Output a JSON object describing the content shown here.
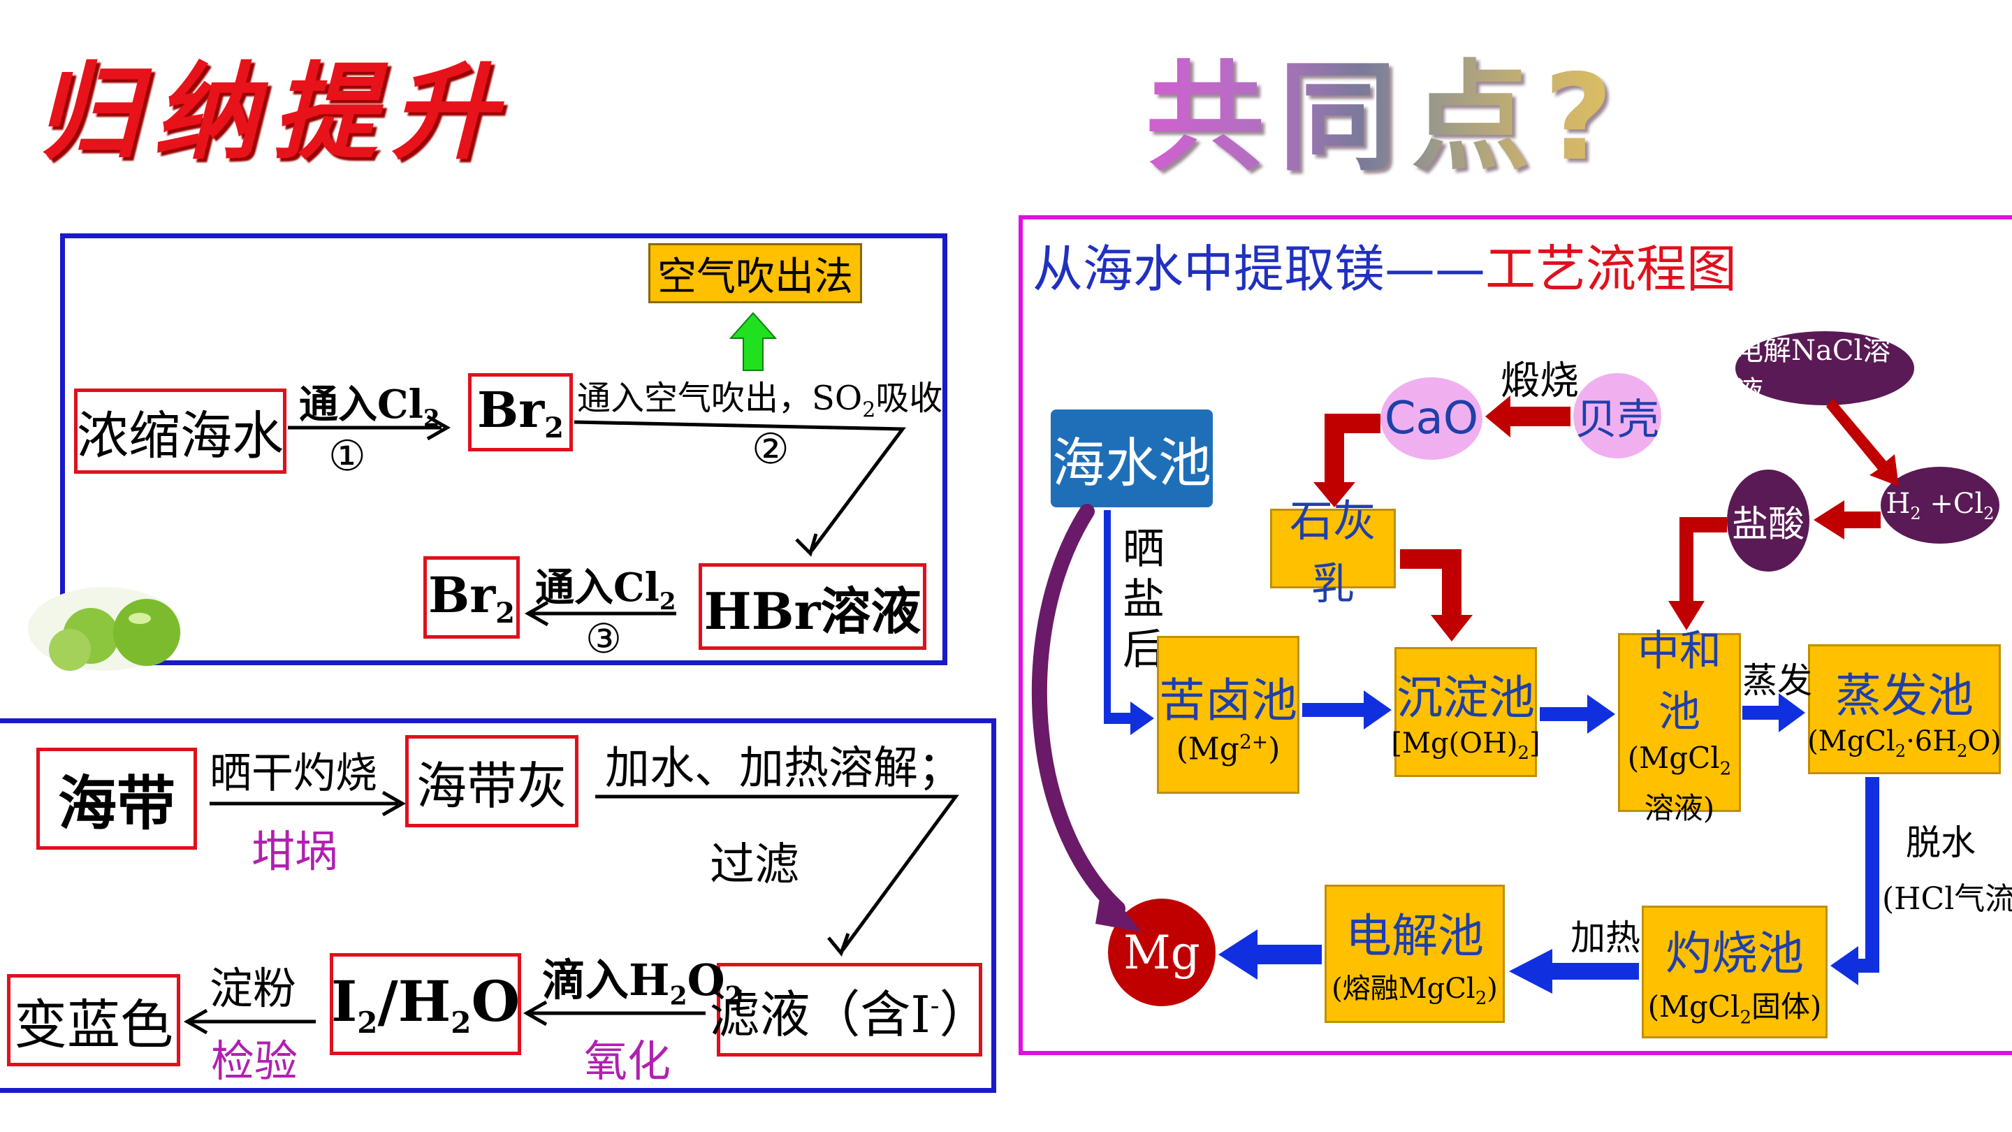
{
  "titles": {
    "main": "归纳提升",
    "question": "共同点?"
  },
  "bromine_panel": {
    "boxes": {
      "concentrated_seawater": "浓缩海水",
      "br2_first": "Br",
      "br2_first_sub": "2",
      "air_blowing": "空气吹出法",
      "hbr_solution": "HBr溶液",
      "br2_second": "Br",
      "br2_second_sub": "2"
    },
    "step1_label": "通入Cl",
    "step1_label_sub": "2",
    "step1_num": "①",
    "step2_label_a": "通入空气吹出，SO",
    "step2_label_sub": "2",
    "step2_label_b": "吸收",
    "step2_num": "②",
    "step3_label": "通入Cl",
    "step3_label_sub": "2",
    "step3_num": "③"
  },
  "iodine_panel": {
    "boxes": {
      "kelp": "海带",
      "kelp_ash": "海带灰",
      "filtrate": "滤液（含I",
      "filtrate_sup": "-",
      "filtrate_end": "）",
      "iodine_water_a": "I",
      "iodine_water_sub1": "2",
      "iodine_water_b": "/H",
      "iodine_water_sub2": "2",
      "iodine_water_c": "O",
      "turns_blue": "变蓝色"
    },
    "step1_label": "晒干灼烧",
    "step1_sub": "坩埚",
    "step2_label": "加水、加热溶解；",
    "step2_sub": "过滤",
    "step3_label_a": "滴入H",
    "step3_label_sub1": "2",
    "step3_label_b": "O",
    "step3_label_sub2": "2",
    "step3_sub": "氧化",
    "step4_label": "淀粉",
    "step4_sub": "检验"
  },
  "magnesium_panel": {
    "title_blue": "从海水中提取镁——",
    "title_red": "工艺流程图",
    "seawater_pool": "海水池",
    "sun_dry_label": [
      "晒",
      "盐",
      "后"
    ],
    "brine_pool": {
      "title": "苦卤池",
      "sub_a": "(Mg",
      "sub_sup": "2+",
      "sub_b": ")"
    },
    "precip_pool": {
      "title": "沉淀池",
      "sub_a": "[Mg(OH)",
      "sub_sub": "2",
      "sub_b": "]"
    },
    "neutral_pool": {
      "title": "中和池",
      "sub_a": "(MgCl",
      "sub_sub": "2",
      "sub_b": "溶液)"
    },
    "evap_pool": {
      "title": "蒸发池",
      "sub_a": "(MgCl",
      "sub_sub": "2",
      "sub_b": "·6H",
      "sub_sub2": "2",
      "sub_c": "O)"
    },
    "calcine_pool": {
      "title": "灼烧池",
      "sub_a": "(MgCl",
      "sub_sub": "2",
      "sub_b": "固体)"
    },
    "electro_pool": {
      "title": "电解池",
      "sub_a": "(熔融MgCl",
      "sub_sub": "2",
      "sub_b": ")"
    },
    "lime_milk": "石灰乳",
    "cao": "CaO",
    "shells": "贝壳",
    "calcine_label": "煅烧",
    "nacl_electrolysis": "电解NaCl溶液",
    "h2cl2_a": "H",
    "h2cl2_sub1": "2",
    "h2cl2_b": " +Cl",
    "h2cl2_sub2": "2",
    "hcl": "盐酸",
    "evaporate_label": "蒸发",
    "dehydrate_label": "脱水",
    "dehydrate_sub_a": "(HCl气流)",
    "heat_label": "加热",
    "mg": "Mg"
  },
  "colors": {
    "box_border_red": "#e0101c",
    "panel_blue": "#1a1ac8",
    "panel_magenta": "#e010e0",
    "yellow_box": "#ffc000",
    "pool_blue": "#1f6fb8",
    "arrow_red": "#c00000",
    "arrow_blue": "#1030e0",
    "arrow_green": "#20e020",
    "dark_purple": "#5a1a55"
  }
}
